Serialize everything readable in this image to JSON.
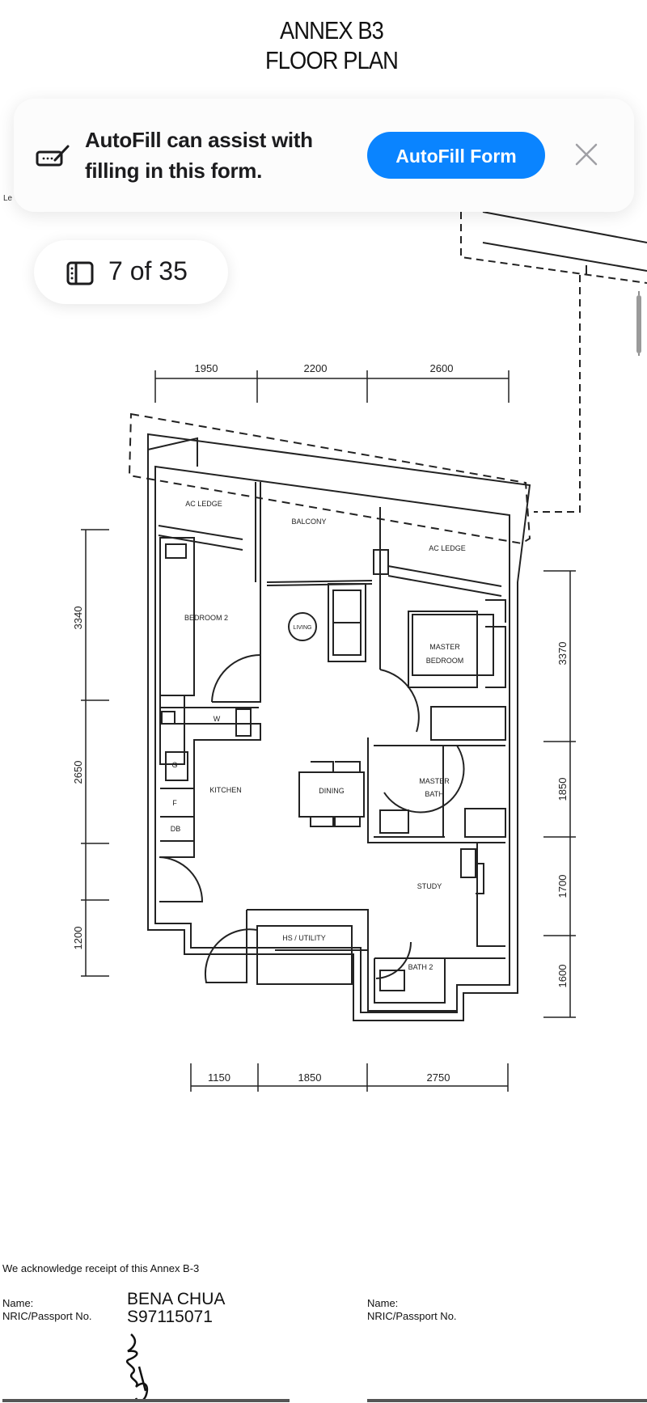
{
  "document": {
    "title_line1": "ANNEX B3",
    "title_line2": "FLOOR PLAN",
    "partial_label": "Le",
    "floor_plan": {
      "rooms": [
        "AC LEDGE",
        "BALCONY",
        "AC LEDGE",
        "BEDROOM 2",
        "LIVING",
        "MASTER",
        "BEDROOM",
        "KITCHEN",
        "DINING",
        "MASTER",
        "BATH",
        "STUDY",
        "HS / UTILITY",
        "BATH 2",
        "G",
        "F",
        "DB",
        "W"
      ],
      "dims_top": [
        "1950",
        "2200",
        "2600"
      ],
      "dims_left": [
        "3340",
        "2650",
        "1200"
      ],
      "dims_right": [
        "3370",
        "1850",
        "1700",
        "1600"
      ],
      "dims_bottom": [
        "1150",
        "1850",
        "2750"
      ]
    },
    "acknowledgement": "We acknowledge receipt of this Annex B-3",
    "signatory1": {
      "name_label": "Name:",
      "id_label": "NRIC/Passport No.",
      "name": "BENA CHUA",
      "id": "S97115071"
    },
    "signatory2": {
      "name_label": "Name:",
      "id_label": "NRIC/Passport No."
    }
  },
  "autofill_banner": {
    "icon": "keyboard-pen-icon",
    "line1": "AutoFill can assist with",
    "line2": "filling in this form.",
    "button_label": "AutoFill Form",
    "accent_color": "#0a84ff"
  },
  "page_indicator": {
    "icon": "sidebar-icon",
    "label": "7 of 35"
  }
}
